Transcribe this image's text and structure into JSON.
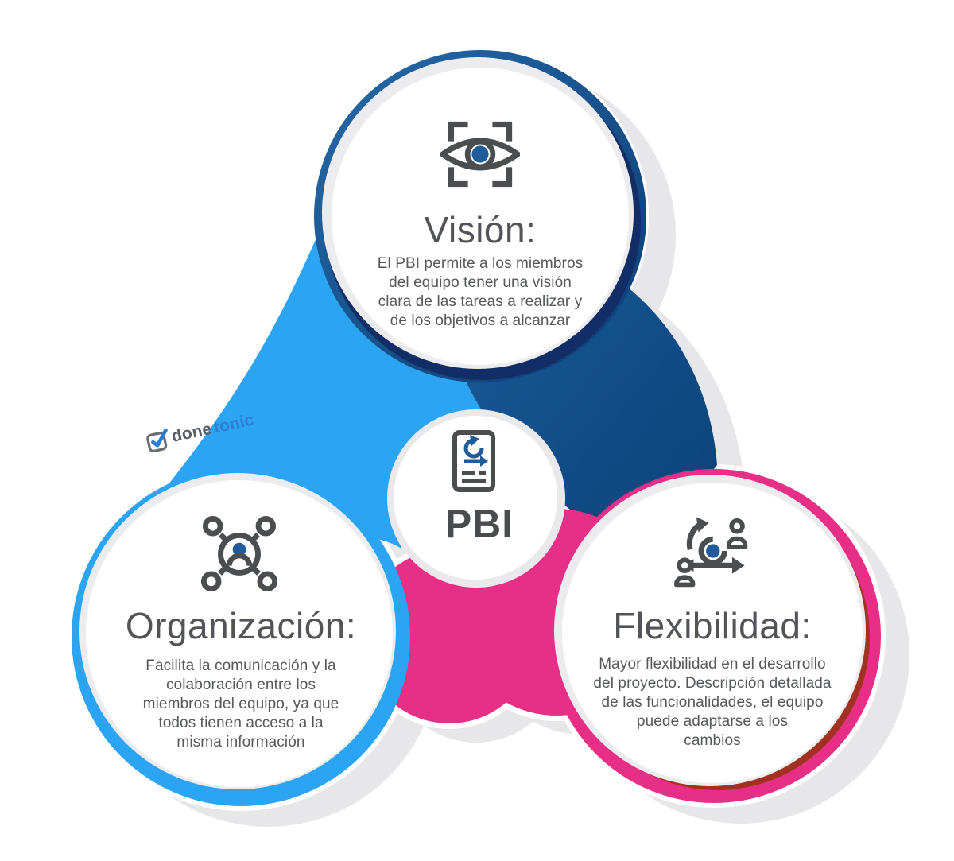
{
  "title": "PBI infographic",
  "center": {
    "label": "PBI",
    "icon": "product-backlog-document-icon"
  },
  "lobes": {
    "top": {
      "title": "Visión:",
      "body": "El PBI permite a los miembros\ndel equipo tener una visión\nclara de las tareas a realizar y\nde los objetivos a alcanzar",
      "icon": "eye-scan-icon",
      "ring_color": "#0d4077",
      "ring_color_light": "#266aa8",
      "inner_arc_color": "#132e66"
    },
    "left": {
      "title": "Organización:",
      "body": "Facilita la comunicación y la\ncolaboración entre los\nmiembros del equipo, ya que\ntodos tienen acceso a la\nmisma información",
      "icon": "people-network-icon",
      "ring_color": "#2ba4f3"
    },
    "right": {
      "title": "Flexibilidad:",
      "body": "Mayor flexibilidad en el desarrollo\ndel proyecto. Descripción detallada\nde las funcionalidades, el equipo\npuede adaptarse a los\ncambios",
      "icon": "agile-sprint-people-icon",
      "ring_color": "#e82f88",
      "inner_arc_color": "#a33122"
    }
  },
  "watermark": {
    "brand_first": "done",
    "brand_second": "tonic",
    "icon": "checkbox-check-icon",
    "color_first": "#585d66",
    "color_second": "#2e7cd0"
  },
  "palette": {
    "light_blue": "#2ba4f3",
    "dark_blue": "#0d4077",
    "navy_arc": "#132e66",
    "pink": "#e82f88",
    "dark_red_arc": "#a33122",
    "shadow_gray": "#e7e7e9",
    "halo_gray": "#ececee",
    "icon_gray": "#4c4d50",
    "icon_blue": "#1f5c99",
    "title_gray": "#53545a",
    "body_gray": "#56585e"
  }
}
